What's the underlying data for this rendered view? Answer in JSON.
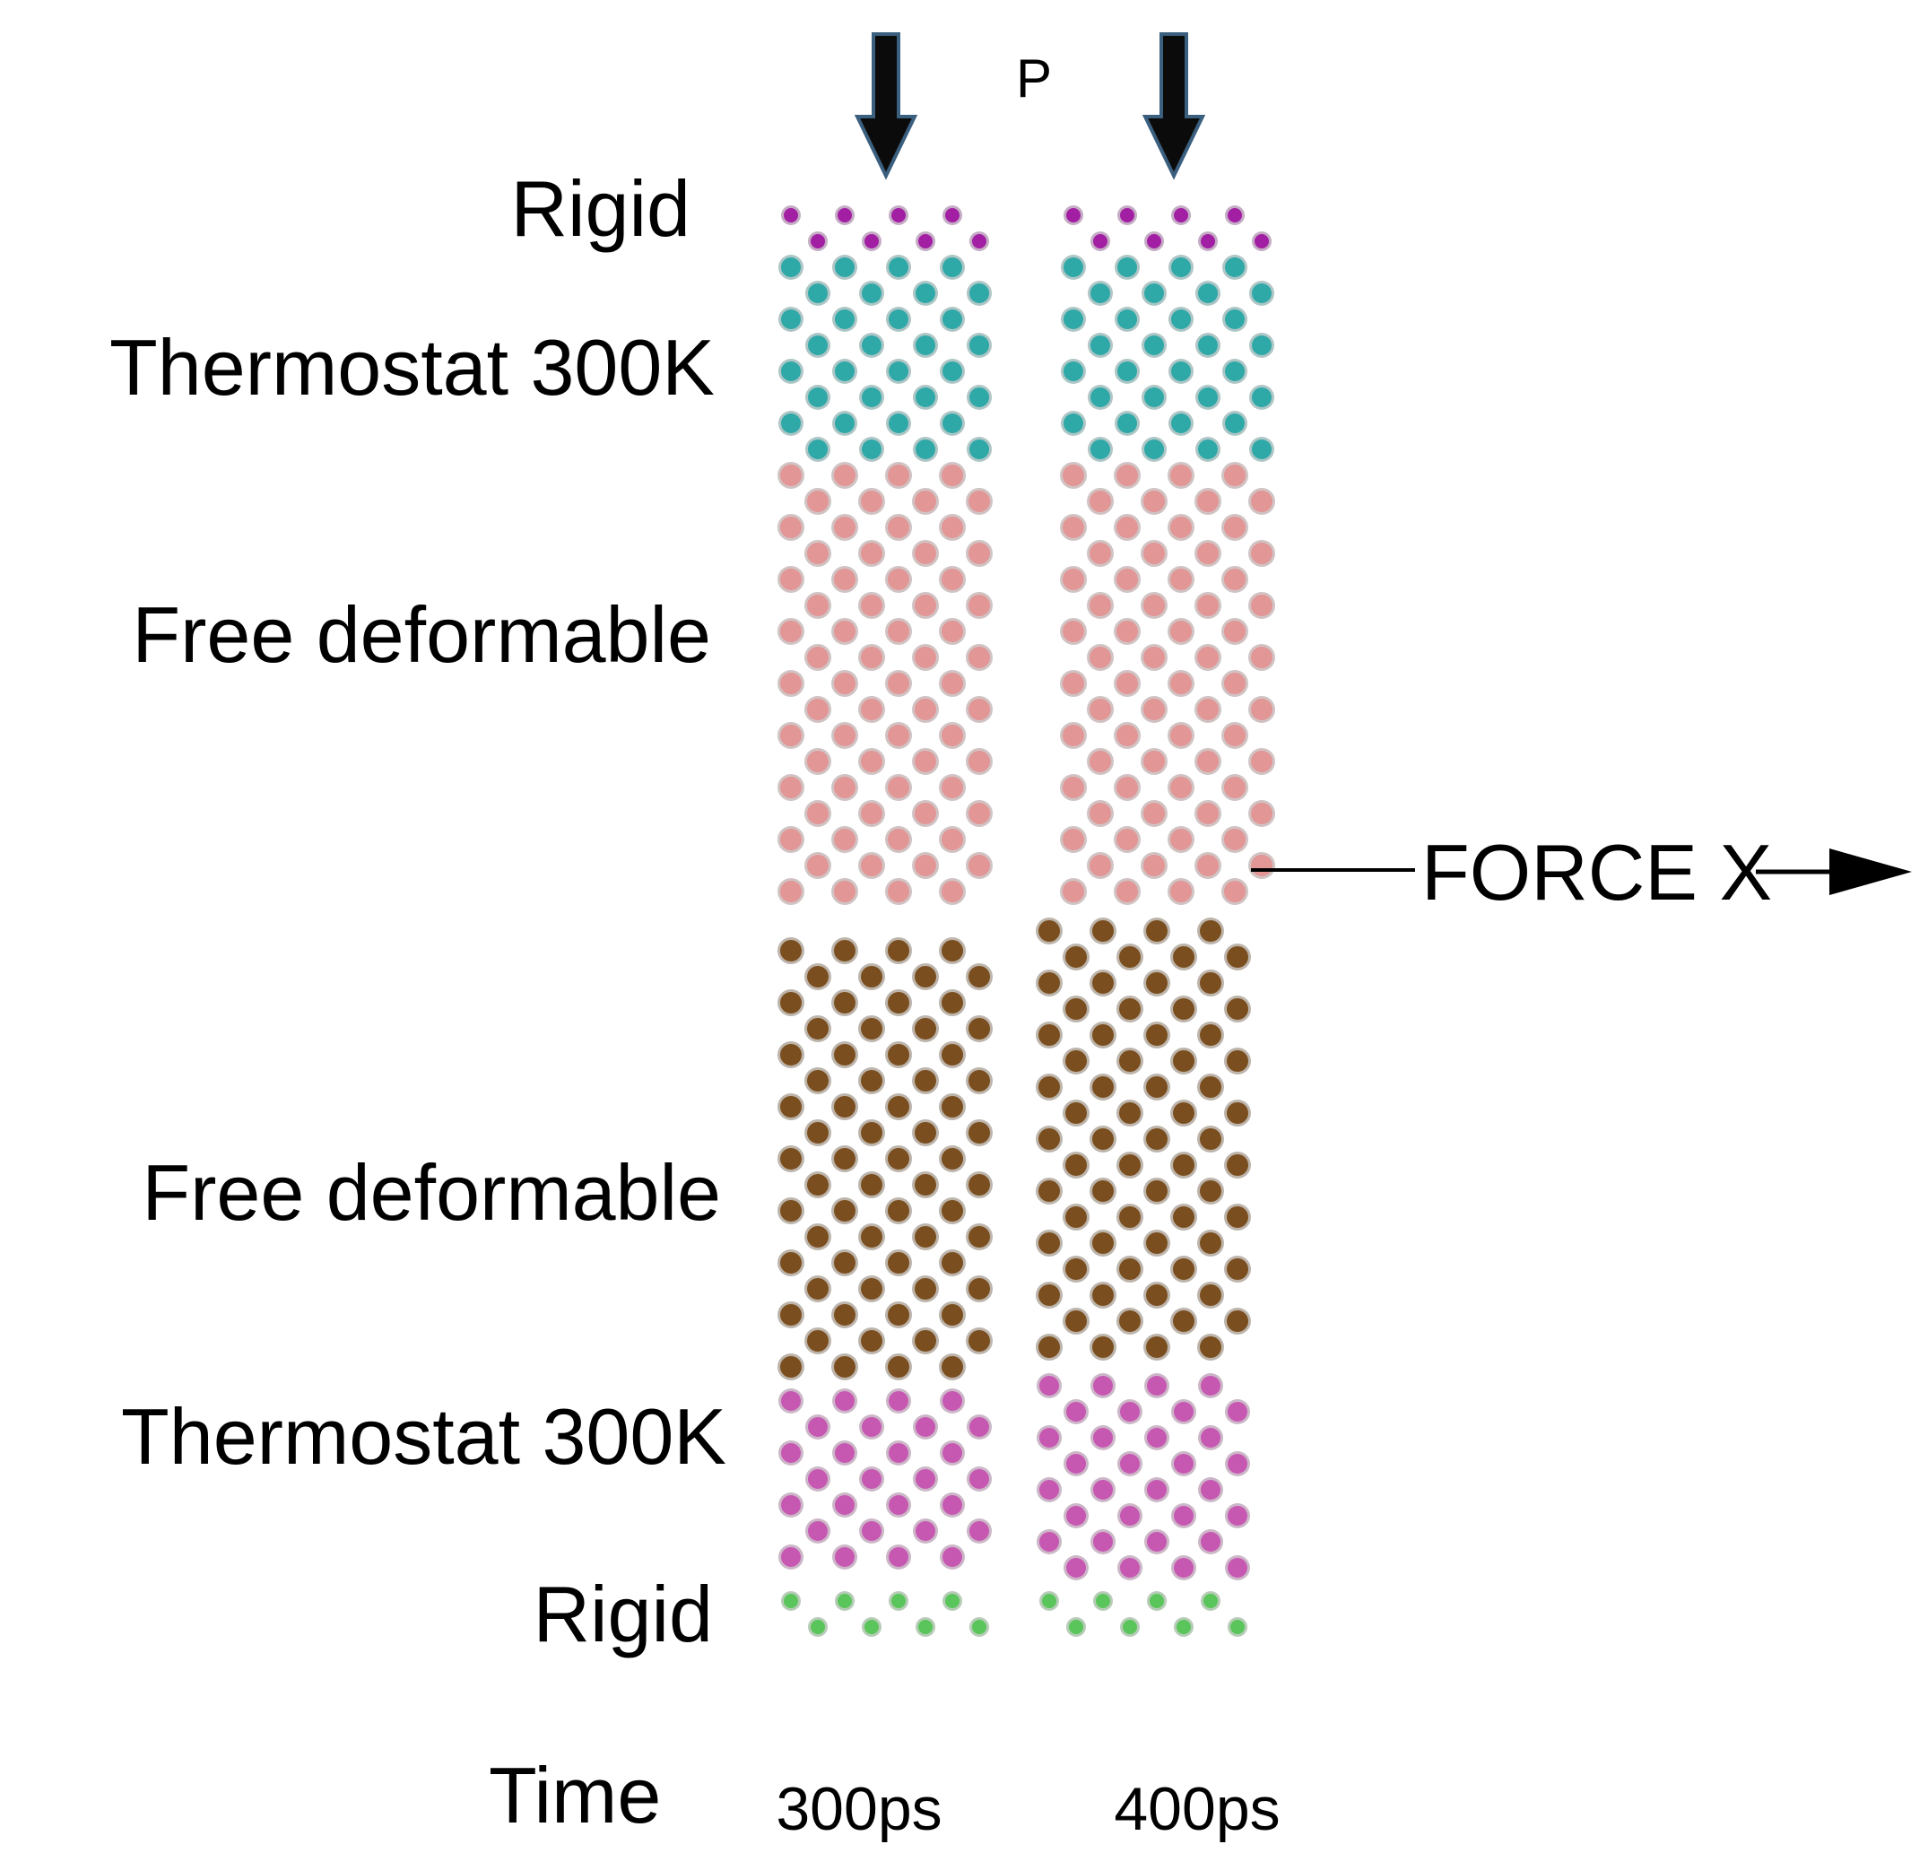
{
  "pressure_label": "P",
  "layer_labels": [
    "Rigid",
    "Thermostat 300K",
    "Free deformable",
    "Free deformable",
    "Thermostat 300K",
    "Rigid"
  ],
  "force_label": "FORCE X",
  "time_label": "Time",
  "snapshots": [
    "300ps",
    "400ps"
  ],
  "colors": {
    "rigid_top": "#a21ea3",
    "thermostat_top": "#2fa8a8",
    "free_top": "#e29696",
    "free_bottom": "#7a4e1e",
    "thermostat_bottom": "#c758b2",
    "rigid_bottom": "#59c55a",
    "arrow_fill": "#0b0b0b",
    "arrow_stroke": "#3b5f7e"
  },
  "icons": {
    "pressure_arrow": "down-arrow-icon",
    "force_arrow": "right-arrow-icon"
  }
}
